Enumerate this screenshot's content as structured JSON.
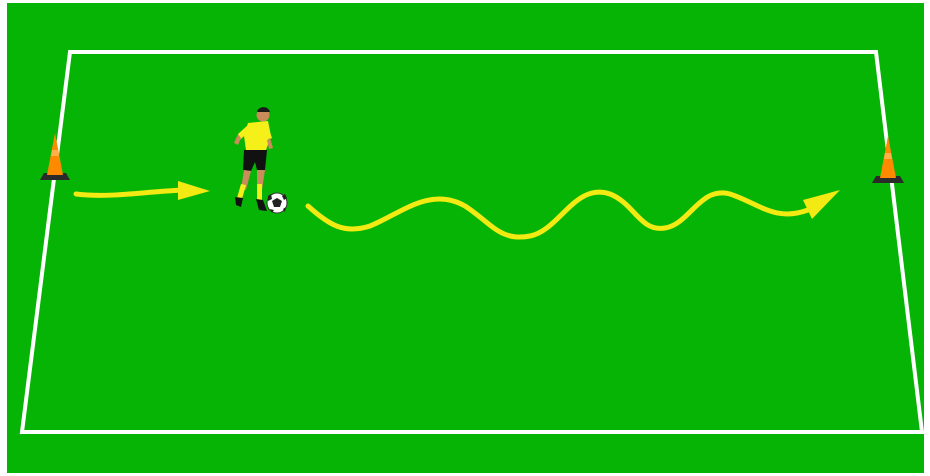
{
  "diagram": {
    "type": "soccer-drill",
    "colors": {
      "grass": "#05b405",
      "field_lines": "#ffffff",
      "path": "#f2ea12",
      "cone": "#ff8a00",
      "cone_base": "#222222",
      "jersey": "#f5ef1a",
      "shorts": "#111111"
    },
    "elements": [
      {
        "kind": "cone",
        "name": "left-cone-icon"
      },
      {
        "kind": "cone",
        "name": "right-cone-icon"
      },
      {
        "kind": "player",
        "name": "player-icon"
      },
      {
        "kind": "ball",
        "name": "soccer-ball-icon"
      },
      {
        "kind": "arrow",
        "name": "run-arrow",
        "style": "straight"
      },
      {
        "kind": "arrow",
        "name": "dribble-arrow",
        "style": "wavy"
      }
    ]
  }
}
